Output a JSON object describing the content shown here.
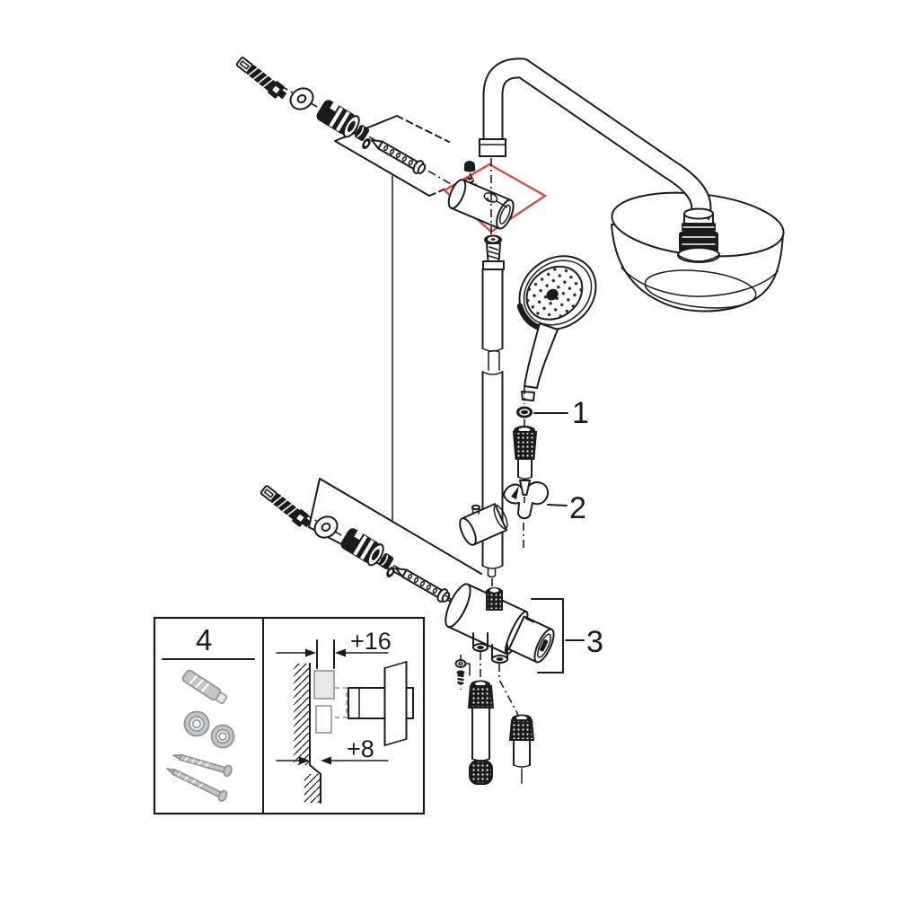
{
  "figure": {
    "kind": "exploded-parts-diagram",
    "subject": "wall-mounted shower system with rain head, hand shower, rail and diverter",
    "callouts": {
      "c1": "1",
      "c2": "2",
      "c3": "3",
      "c4": "4"
    },
    "dimensions": {
      "top_offset": "+16",
      "bottom_offset": "+8"
    },
    "colors": {
      "ink": "#1b1b1b",
      "highlight_red": "#dd4a41",
      "hardware_gray": "#8f9396",
      "hardware_gray_fill": "#c3c6c8",
      "background": "#ffffff"
    }
  }
}
